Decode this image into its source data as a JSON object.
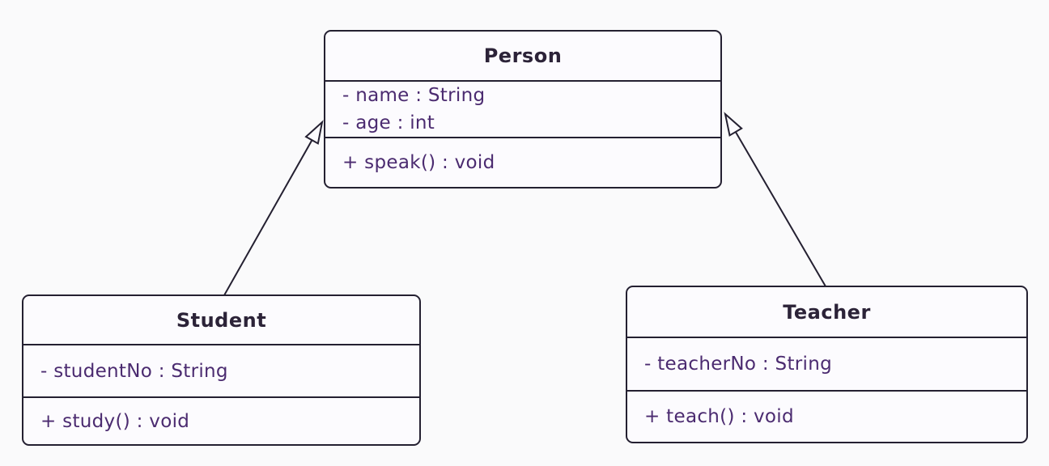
{
  "diagram": {
    "kind": "uml-class-diagram",
    "colors": {
      "background": "#fafafb",
      "node_fill": "#fcfbfe",
      "node_border": "#242031",
      "title_text": "#2c2338",
      "member_text": "#4b2b70",
      "connector": "#242031"
    },
    "classes": [
      {
        "name": "Person",
        "attributes": [
          "- name : String",
          "- age : int"
        ],
        "methods": [
          "+ speak() : void"
        ]
      },
      {
        "name": "Student",
        "attributes": [
          "- studentNo : String"
        ],
        "methods": [
          "+ study() : void"
        ]
      },
      {
        "name": "Teacher",
        "attributes": [
          "- teacherNo : String"
        ],
        "methods": [
          "+ teach() : void"
        ]
      }
    ],
    "relations": [
      {
        "from": "Student",
        "to": "Person",
        "type": "generalization",
        "arrowhead": "hollow-triangle"
      },
      {
        "from": "Teacher",
        "to": "Person",
        "type": "generalization",
        "arrowhead": "hollow-triangle"
      }
    ]
  }
}
